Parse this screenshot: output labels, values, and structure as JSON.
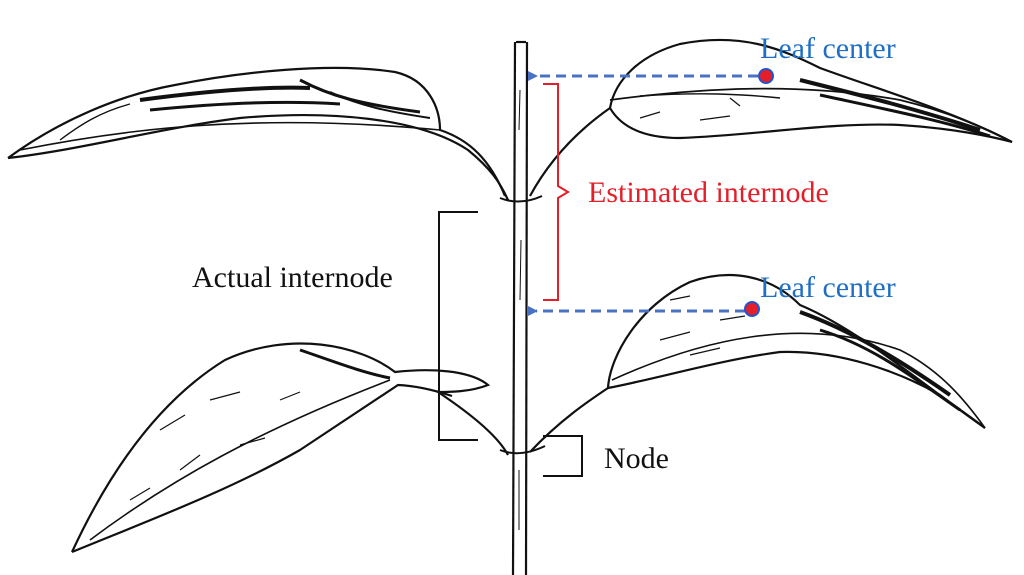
{
  "labels": {
    "leaf_center_top": "Leaf center",
    "leaf_center_bottom": "Leaf center",
    "estimated_internode": "Estimated internode",
    "actual_internode": "Actual internode",
    "node": "Node"
  },
  "colors": {
    "leaf_center_text": "#1f6fc4",
    "estimated_text": "#e3202a",
    "arrow": "#4a72c4",
    "marker_fill": "#e3202a",
    "marker_stroke": "#2255cc",
    "ink": "#111111"
  }
}
